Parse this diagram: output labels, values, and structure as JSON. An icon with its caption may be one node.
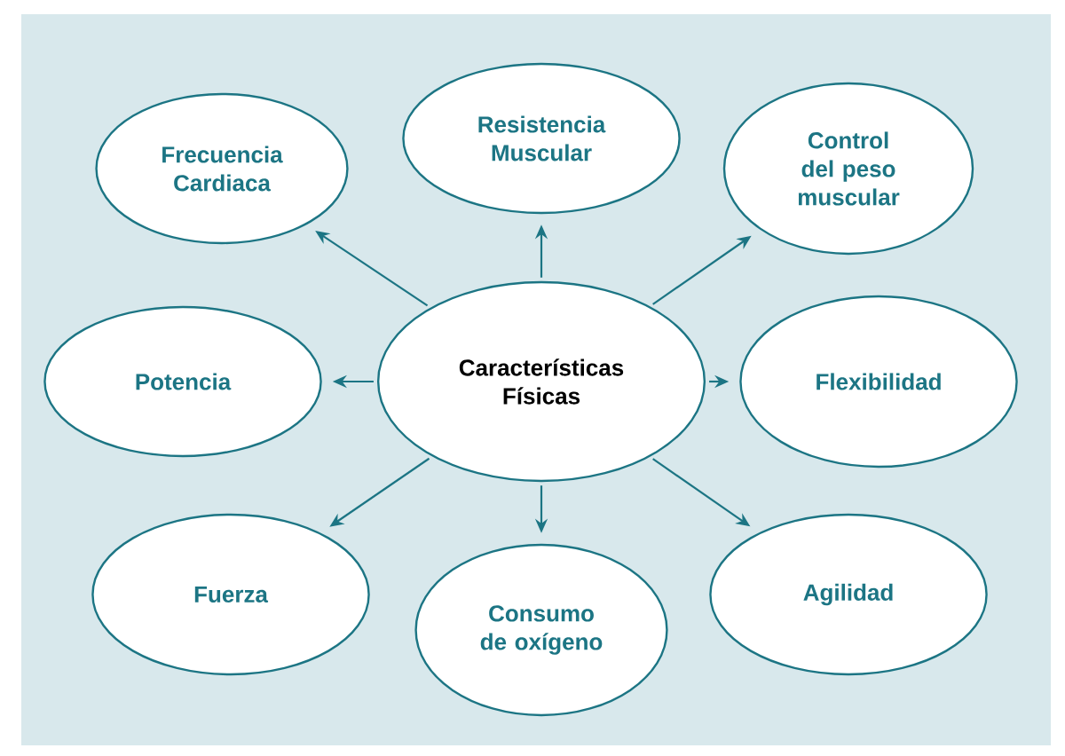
{
  "diagram": {
    "nodes": [
      {
        "text": [
          "Características Físicas"
        ]
      },
      {
        "text": [
          "Frecuencia Cardiaca"
        ]
      },
      {
        "text": [
          "Resistencia Muscular"
        ]
      },
      {
        "text": [
          "Control del peso muscular"
        ]
      },
      {
        "text": [
          "Potencia"
        ]
      },
      {
        "text": [
          "Flexibilidad"
        ]
      },
      {
        "text": [
          "Fuerza"
        ]
      },
      {
        "text": [
          "Consumo de oxígeno"
        ]
      },
      {
        "text": [
          "Agilidad"
        ]
      }
    ],
    "edges": [
      {
        "from": 0,
        "to": 1,
        "arrow": "to"
      },
      {
        "from": 0,
        "to": 2,
        "arrow": "to"
      },
      {
        "from": 0,
        "to": 3,
        "arrow": "to"
      },
      {
        "from": 0,
        "to": 4,
        "arrow": "to"
      },
      {
        "from": 0,
        "to": 5,
        "arrow": "to"
      },
      {
        "from": 0,
        "to": 6,
        "arrow": "to"
      },
      {
        "from": 0,
        "to": 7,
        "arrow": "to"
      },
      {
        "from": 0,
        "to": 8,
        "arrow": "to"
      }
    ]
  }
}
